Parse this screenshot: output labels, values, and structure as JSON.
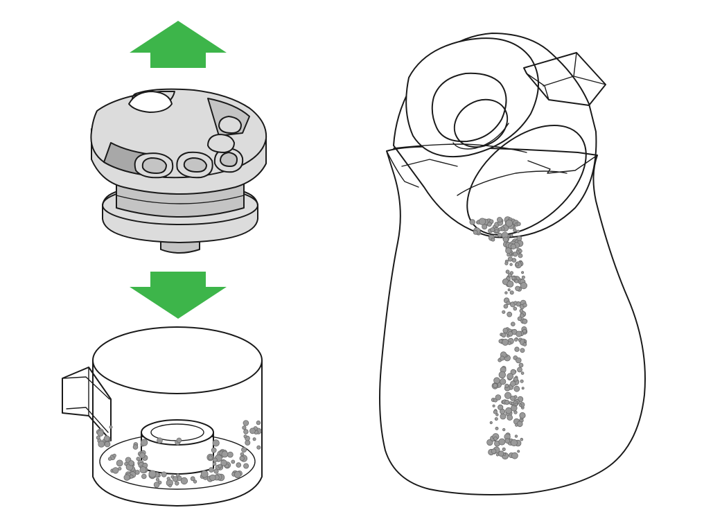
{
  "colors": {
    "arrow": "#3db54a",
    "outline": "#1a1a1a",
    "part_light": "#dcdcdc",
    "part_mid": "#c4c4c4",
    "part_dark": "#a8a8a8",
    "particle": "#9a9a9a",
    "background": "#ffffff"
  },
  "icons": {
    "lift_arrow": "arrow-up-icon",
    "place_arrow": "arrow-down-icon"
  },
  "panels": [
    {
      "name": "cyclone-removal",
      "icon": "cyclone-assembly-icon"
    },
    {
      "name": "open-bin",
      "icon": "dust-bin-icon"
    },
    {
      "name": "empty-into-bag",
      "icon": "pouring-bin-into-bag-icon"
    }
  ]
}
